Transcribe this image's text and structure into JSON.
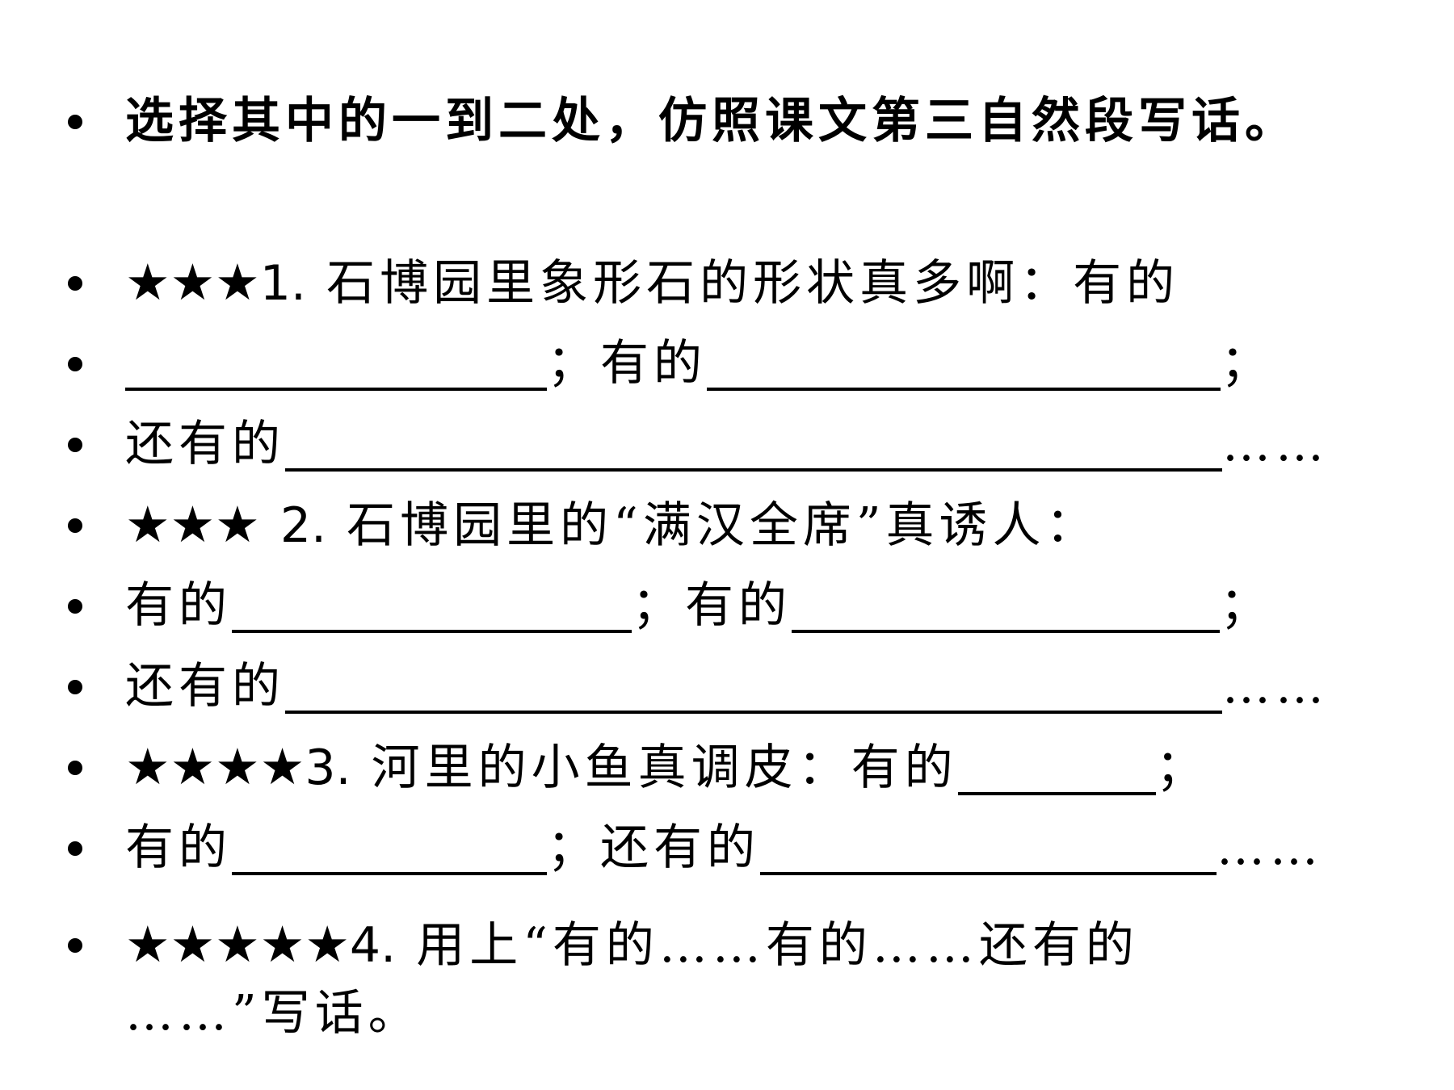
{
  "instruction": "选择其中的一到二处，仿照课文第三自然段写话。",
  "ex1": {
    "stars": "★★★",
    "num": "1.",
    "text": "石博园里象形石的形状真多啊：有的",
    "sep1": "；有的",
    "end1": "；",
    "prefix3": "还有的",
    "ellipsis": "……"
  },
  "ex2": {
    "stars": "★★★",
    "num": "2.",
    "text": "石博园里的“满汉全席”真诱人：",
    "prefix1": "有的",
    "sep1": "；有的",
    "end1": "；",
    "prefix3": "还有的",
    "ellipsis": "……"
  },
  "ex3": {
    "stars": "★★★★",
    "num": "3.",
    "text": "河里的小鱼真调皮：有的",
    "end1": "；",
    "prefix2": "有的",
    "sep2": "；还有的",
    "ellipsis": "……"
  },
  "ex4": {
    "stars": "★★★★★",
    "num": "4.",
    "text": "用上“有的……有的……还有的",
    "text2": "……”写话。"
  }
}
